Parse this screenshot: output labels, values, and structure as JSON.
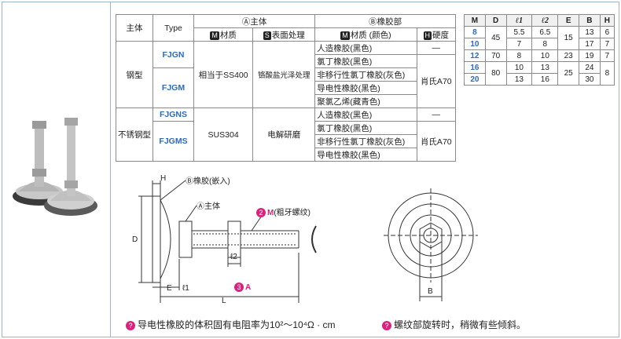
{
  "main_table": {
    "header": {
      "zhuti": "主体",
      "type": "Type",
      "a_body": "Ⓐ主体",
      "b_rubber": "Ⓑ橡胶部",
      "m_material": "材质",
      "s_surface": "表面处理",
      "m_material_color": "材质 (颜色)",
      "h_hardness": "硬度"
    },
    "steel_label": "钢型",
    "stainless_label": "不锈钢型",
    "types": [
      "FJGN",
      "FJGM",
      "FJGNS",
      "FJGMS"
    ],
    "steel_material": "相当于SS400",
    "steel_surface": "铬酸盐光泽处理",
    "stainless_material": "SUS304",
    "stainless_surface": "电解研磨",
    "rubbers_steel": [
      "人造橡胶(黑色)",
      "氯丁橡胶(黑色)",
      "非移行性氯丁橡胶(灰色)",
      "导电性橡胶(黑色)",
      "聚氯乙烯(藏青色)"
    ],
    "rubbers_stainless": [
      "人造橡胶(黑色)",
      "氯丁橡胶(黑色)",
      "非移行性氯丁橡胶(灰色)",
      "导电性橡胶(黑色)"
    ],
    "hardness_dash": "—",
    "hardness_value": "肖氏A70"
  },
  "dim_table": {
    "headers": [
      "M",
      "D",
      "ℓ1",
      "ℓ2",
      "E",
      "B",
      "H"
    ],
    "rows": [
      {
        "M": "8",
        "D": "45",
        "l1": "5.5",
        "l2": "6.5",
        "E": "15",
        "B": "13",
        "H": "6"
      },
      {
        "M": "10",
        "D": "",
        "l1": "7",
        "l2": "8",
        "E": "",
        "B": "17",
        "H": "7"
      },
      {
        "M": "12",
        "D": "70",
        "l1": "8",
        "l2": "10",
        "E": "23",
        "B": "19",
        "H": "7"
      },
      {
        "M": "16",
        "D": "80",
        "l1": "10",
        "l2": "13",
        "E": "25",
        "B": "24",
        "H": "8"
      },
      {
        "M": "20",
        "D": "",
        "l1": "13",
        "l2": "16",
        "E": "",
        "B": "30",
        "H": ""
      }
    ]
  },
  "drawing": {
    "label_h": "H",
    "label_b_rubber": "Ⓑ橡胶(嵌入)",
    "label_a_body": "Ⓐ主体",
    "label_m": "M",
    "label_m_note": "(粗牙螺纹)",
    "label_d": "D",
    "label_l2": "ℓ2",
    "label_e": "E",
    "label_l1": "ℓ1",
    "label_l": "L",
    "label_a": "A",
    "label_b": "B",
    "num_2": "2",
    "num_3": "3"
  },
  "notes": {
    "note1": "导电性橡胶的体积固有电阻率为10²～10⁴Ω · cm",
    "note2": "螺纹部旋转时，稍微有些倾斜。"
  },
  "colors": {
    "accent": "#d6247e",
    "link": "#2a6bbf"
  }
}
